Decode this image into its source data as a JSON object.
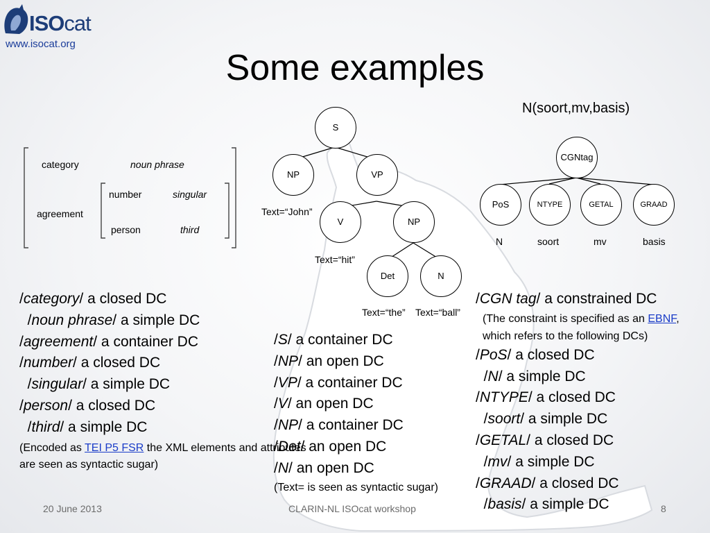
{
  "logo": {
    "brand_bold": "ISO",
    "brand_light": "cat",
    "url": "www.isocat.org"
  },
  "title": "Some examples",
  "fs": {
    "category_label": "category",
    "category_value": "noun phrase",
    "agreement_label": "agreement",
    "number_label": "number",
    "number_value": "singular",
    "person_label": "person",
    "person_value": "third"
  },
  "syntax_tree": {
    "nodes": [
      "S",
      "NP",
      "VP",
      "V",
      "NP",
      "Det",
      "N"
    ],
    "texts": [
      "Text=“John”",
      "Text=“hit”",
      "Text=“the”",
      "Text=“ball”"
    ]
  },
  "cgn_tree": {
    "heading": "N(soort,mv,basis)",
    "root_line1": "CGN",
    "root_line2": "tag",
    "children": [
      "PoS",
      "NTYPE",
      "GETAL",
      "GRAAD"
    ],
    "values": [
      "N",
      "soort",
      "mv",
      "basis"
    ]
  },
  "left_list": {
    "items": [
      {
        "term": "category",
        "suffix": " a closed DC",
        "indent": false
      },
      {
        "term": "noun phrase",
        "suffix": " a simple DC",
        "indent": true
      },
      {
        "term": "agreement",
        "suffix": " a container DC",
        "indent": false
      },
      {
        "term": "number",
        "suffix": " a closed DC",
        "indent": false
      },
      {
        "term": "singular",
        "suffix": " a simple DC",
        "indent": true
      },
      {
        "term": "person",
        "suffix": " a closed DC",
        "indent": false
      },
      {
        "term": "third",
        "suffix": " a simple DC",
        "indent": true
      }
    ],
    "note_pre": "(Encoded as ",
    "note_link": "TEI P5 FSR",
    "note_post": " the XML elements and attributes",
    "note_line2": "are seen as syntactic sugar)"
  },
  "middle_list": {
    "items": [
      {
        "term": "S",
        "suffix": " a container DC"
      },
      {
        "term": "NP",
        "suffix": " an open DC"
      },
      {
        "term": "VP",
        "suffix": " a container DC"
      },
      {
        "term": "V",
        "suffix": " an open DC"
      },
      {
        "term": "NP",
        "suffix": " a container DC"
      },
      {
        "term": "Det",
        "suffix": " an open DC"
      },
      {
        "term": "N",
        "suffix": " an open DC"
      }
    ],
    "note": "(Text= is seen as syntactic sugar)"
  },
  "right_list": {
    "head_term": "CGN tag",
    "head_suffix": " a constrained DC",
    "constraint_pre": "(The constraint is specified as an ",
    "constraint_link": "EBNF",
    "constraint_post": ",",
    "constraint_line2": "which refers to the following DCs)",
    "items": [
      {
        "term": "PoS",
        "suffix": " a closed DC",
        "indent": false
      },
      {
        "term": "N",
        "suffix": " a simple DC",
        "indent": true
      },
      {
        "term": "NTYPE",
        "suffix": " a closed DC",
        "indent": false
      },
      {
        "term": "soort",
        "suffix": " a simple DC",
        "indent": true
      },
      {
        "term": "GETAL",
        "suffix": " a closed DC",
        "indent": false
      },
      {
        "term": "mv",
        "suffix": " a simple DC",
        "indent": true
      },
      {
        "term": "GRAAD",
        "suffix": " a closed DC",
        "indent": false
      },
      {
        "term": "basis",
        "suffix": " a simple DC",
        "indent": true
      }
    ]
  },
  "footer": {
    "date": "20 June 2013",
    "event": "CLARIN-NL ISOcat workshop",
    "page": "8"
  },
  "colors": {
    "link": "#1a3cc8",
    "brand": "#1d3d78"
  }
}
